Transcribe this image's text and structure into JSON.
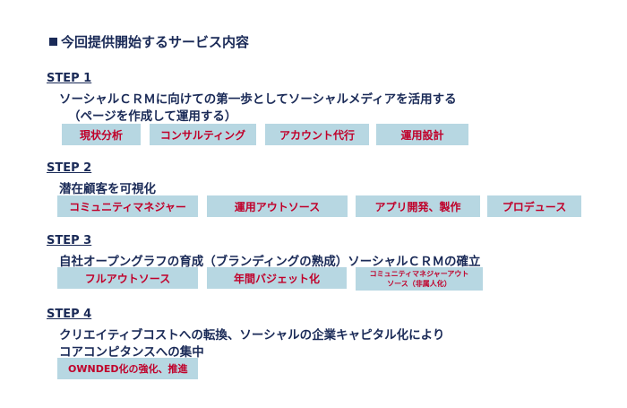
{
  "title": "今回提供開始するサービス内容",
  "steps": [
    {
      "label": "STEP 1",
      "desc": [
        "ソーシャルＣＲＭに向けての第一歩としてソーシャルメディアを活用する",
        "（ページを作成して運用する）"
      ],
      "items": [
        "現状分析",
        "コンサルティング",
        "アカウント代行",
        "運用設計"
      ]
    },
    {
      "label": "STEP 2",
      "desc": [
        "潜在顧客を可視化"
      ],
      "items": [
        "コミュニティマネジャー",
        "運用アウトソース",
        "アプリ開発、製作",
        "プロデュース"
      ]
    },
    {
      "label": "STEP 3",
      "desc": [
        "自社オープングラフの育成（ブランディングの熟成）ソーシャルＣＲＭの確立"
      ],
      "items": [
        "フルアウトソース",
        "年間バジェット化",
        "コミュニティマネジャーアウトソース（非属人化）"
      ]
    },
    {
      "label": "STEP 4",
      "desc": [
        "クリエイティブコストへの転換、ソーシャルの企業キャピタル化により",
        "コアコンピタンスへの集中"
      ],
      "items": [
        "OWNDED化の強化、推進"
      ]
    }
  ]
}
